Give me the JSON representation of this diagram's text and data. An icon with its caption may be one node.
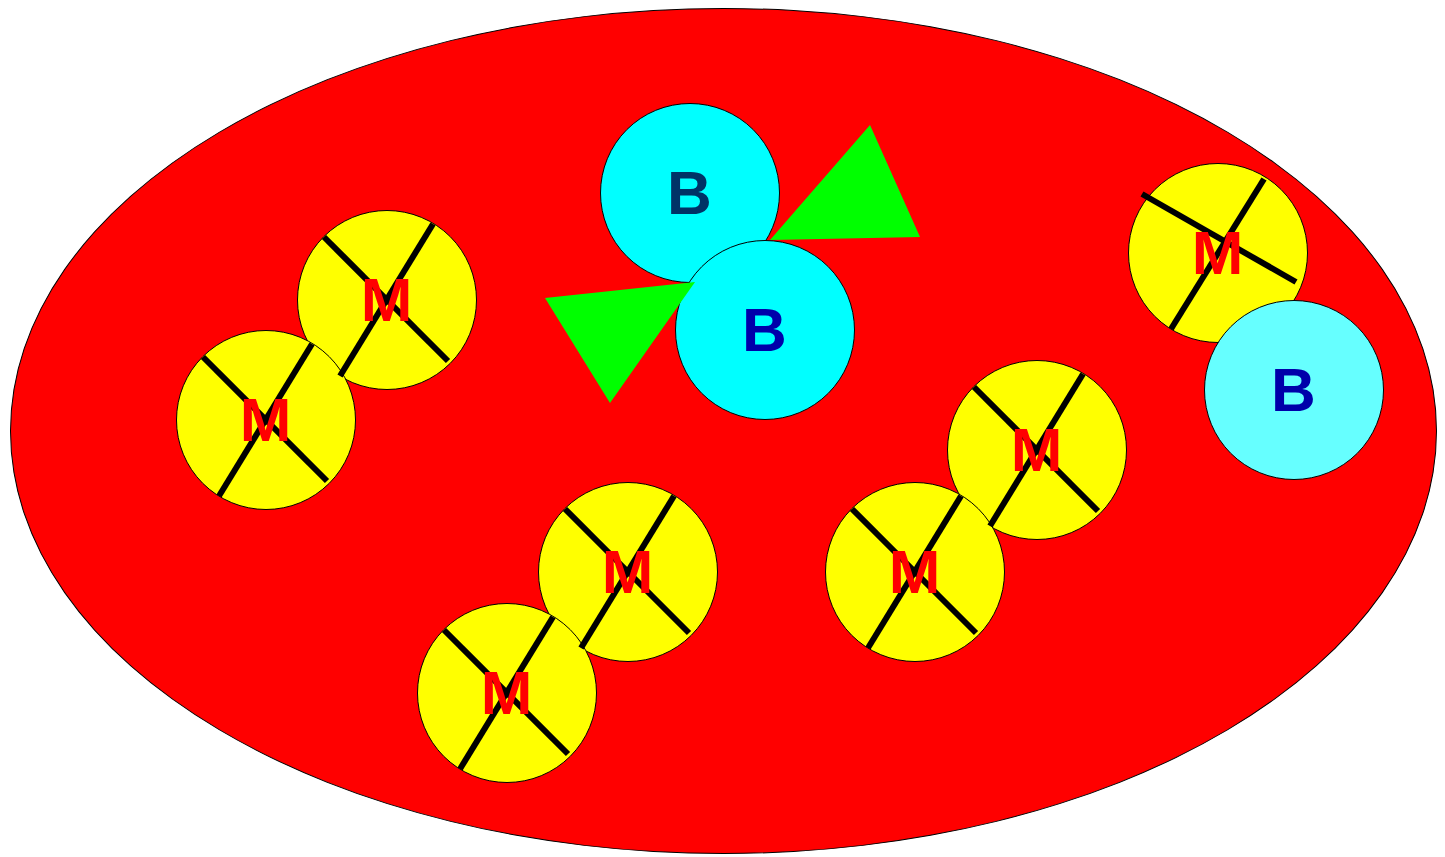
{
  "diagram": {
    "nodes": [
      {
        "text": [],
        "shape": "ellipse"
      },
      {
        "text": [
          "B"
        ],
        "in": 0
      },
      {
        "text": [],
        "shape": "triangle",
        "in": 0
      },
      {
        "text": [
          "M"
        ],
        "in": 0
      },
      {
        "text": [
          "M"
        ],
        "in": 0
      },
      {
        "text": [
          "B"
        ],
        "in": 0
      },
      {
        "text": [],
        "shape": "triangle",
        "in": 0
      },
      {
        "text": [
          "B"
        ],
        "in": 0
      },
      {
        "text": [
          "M"
        ],
        "in": 0
      },
      {
        "text": [
          "M"
        ],
        "in": 0
      },
      {
        "text": [
          "M"
        ],
        "in": 0
      },
      {
        "text": [
          "M"
        ],
        "in": 0
      },
      {
        "text": [
          "M"
        ],
        "in": 0
      }
    ]
  }
}
